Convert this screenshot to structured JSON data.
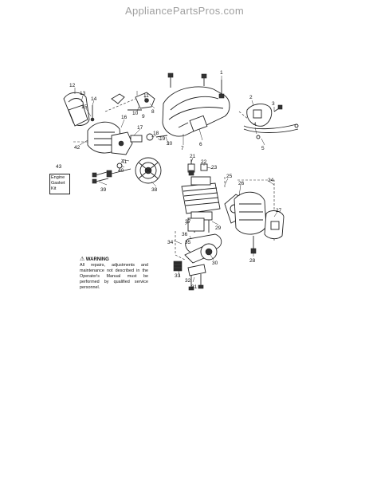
{
  "watermark": "AppliancePartsPros.com",
  "kit": {
    "number": "43",
    "lines": [
      "Engine",
      "Gasket",
      "Kit"
    ]
  },
  "warning": {
    "title": "WARNING",
    "text": "All repairs, adjustments and maintenance not described in the Operator's Manual must be performed by qualified service personnel."
  },
  "callouts": {
    "c1": "1",
    "c2": "2",
    "c3": "3",
    "c4": "4",
    "c5": "5",
    "c6": "6",
    "c7": "7",
    "c8": "8",
    "c9": "9",
    "c10": "10",
    "c11": "11",
    "c12": "12",
    "c13": "13",
    "c14": "14",
    "c15": "15",
    "c16": "16",
    "c17": "17",
    "c18": "18",
    "c19": "19",
    "c20": "20",
    "c21": "21",
    "c22": "22",
    "c23": "23",
    "c24": "24",
    "c25": "25",
    "c26": "26",
    "c27": "27",
    "c28": "28",
    "c29": "29",
    "c30": "30",
    "c31": "31",
    "c32": "32",
    "c33": "33",
    "c34": "34",
    "c35": "35",
    "c36": "36",
    "c37": "37",
    "c38": "38",
    "c39": "39",
    "c40": "40",
    "c41": "41",
    "c42": "42"
  }
}
